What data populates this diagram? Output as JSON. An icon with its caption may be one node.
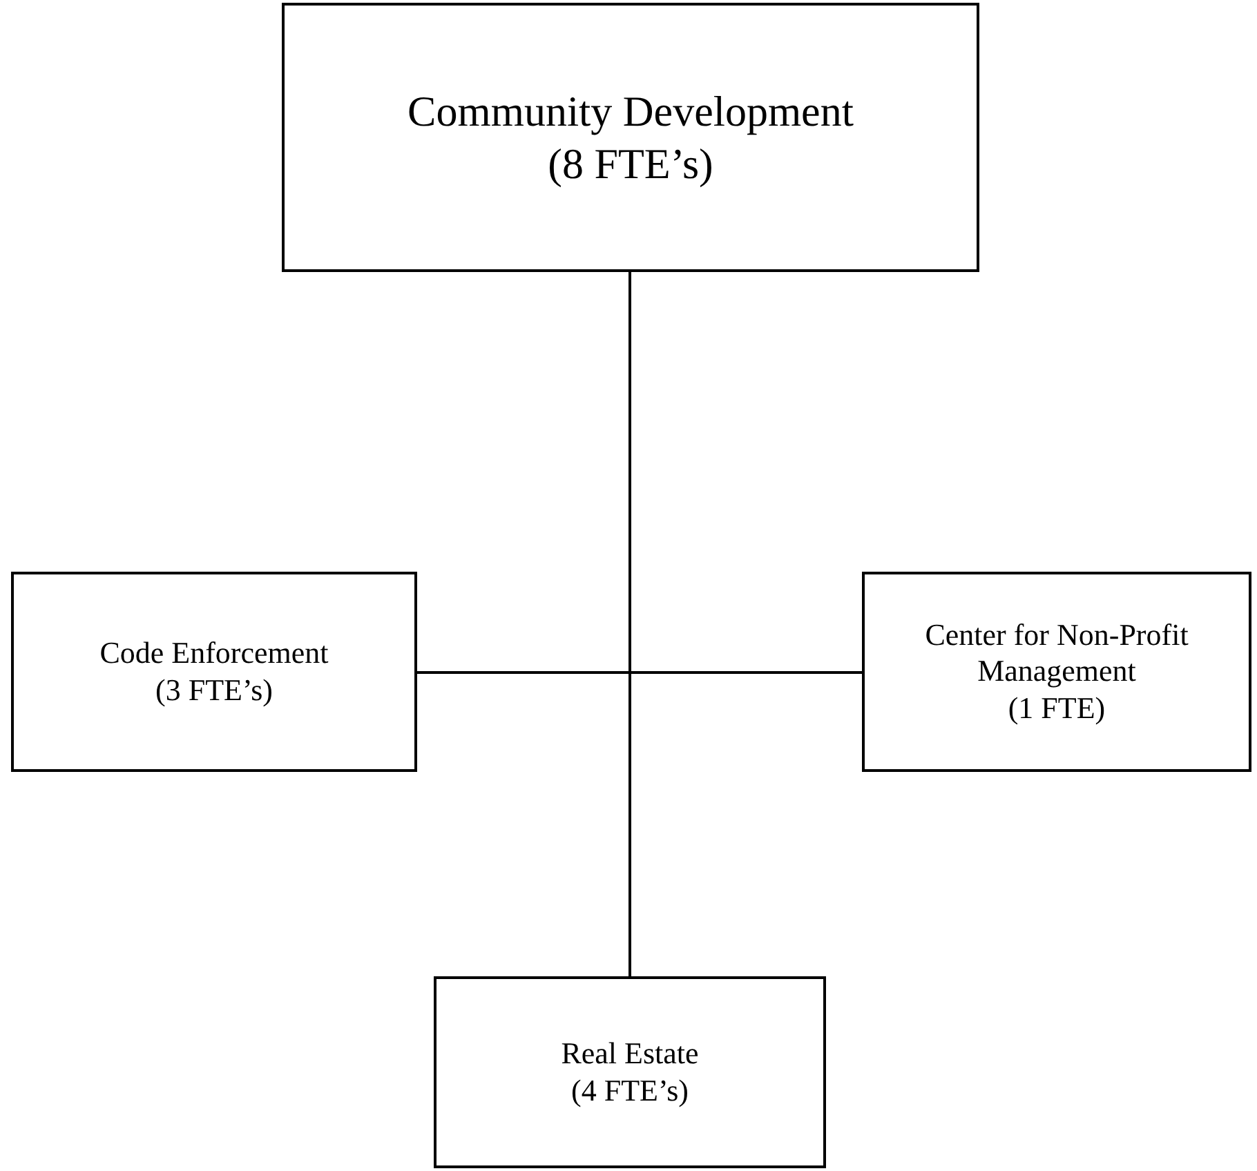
{
  "diagram": {
    "nodes": [
      {
        "text": [
          "Community Development",
          "(8 FTE’s)"
        ]
      },
      {
        "text": [
          "Code Enforcement",
          "(3 FTE’s)"
        ]
      },
      {
        "text": [
          "Center for Non-Profit Management",
          "(1 FTE)"
        ]
      },
      {
        "text": [
          "Real Estate",
          "(4 FTE’s)"
        ]
      }
    ],
    "edges": [
      {
        "from": 0,
        "to": 1,
        "arrow": "none"
      },
      {
        "from": 0,
        "to": 2,
        "arrow": "none"
      },
      {
        "from": 0,
        "to": 3,
        "arrow": "none"
      }
    ]
  }
}
